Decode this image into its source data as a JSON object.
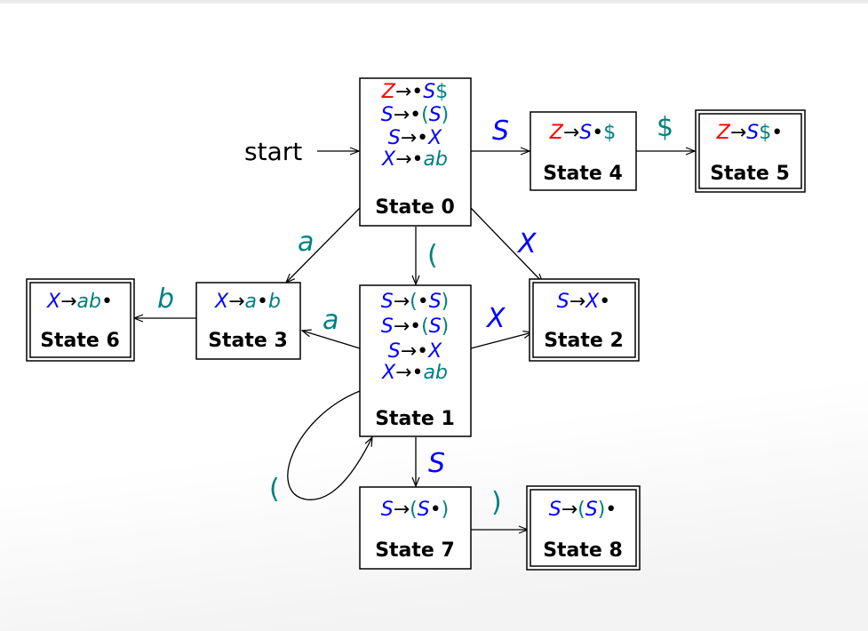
{
  "colors": {
    "red": "#ff0000",
    "blue": "#0000ff",
    "teal": "#008080",
    "black": "#000000"
  },
  "start_label": "start",
  "states": {
    "s0": {
      "title": "State 0",
      "rules": [
        {
          "lhs": "Z",
          "lhs_color": "red",
          "rhs": [
            [
              "•",
              "black",
              false
            ],
            [
              "S",
              "blue",
              true
            ],
            [
              "$",
              "teal",
              false
            ]
          ]
        },
        {
          "lhs": "S",
          "lhs_color": "blue",
          "rhs": [
            [
              "•",
              "black",
              false
            ],
            [
              "(",
              "teal",
              false
            ],
            [
              "S",
              "blue",
              true
            ],
            [
              ")",
              "teal",
              false
            ]
          ]
        },
        {
          "lhs": "S",
          "lhs_color": "blue",
          "rhs": [
            [
              "•",
              "black",
              false
            ],
            [
              "X",
              "blue",
              true
            ]
          ]
        },
        {
          "lhs": "X",
          "lhs_color": "blue",
          "rhs": [
            [
              "•",
              "black",
              false
            ],
            [
              "ab",
              "teal",
              true
            ]
          ]
        }
      ]
    },
    "s1": {
      "title": "State 1",
      "rules": [
        {
          "lhs": "S",
          "lhs_color": "blue",
          "rhs": [
            [
              "(",
              "teal",
              false
            ],
            [
              "•",
              "black",
              false
            ],
            [
              "S",
              "blue",
              true
            ],
            [
              ")",
              "teal",
              false
            ]
          ]
        },
        {
          "lhs": "S",
          "lhs_color": "blue",
          "rhs": [
            [
              "•",
              "black",
              false
            ],
            [
              "(",
              "teal",
              false
            ],
            [
              "S",
              "blue",
              true
            ],
            [
              ")",
              "teal",
              false
            ]
          ]
        },
        {
          "lhs": "S",
          "lhs_color": "blue",
          "rhs": [
            [
              "•",
              "black",
              false
            ],
            [
              "X",
              "blue",
              true
            ]
          ]
        },
        {
          "lhs": "X",
          "lhs_color": "blue",
          "rhs": [
            [
              "•",
              "black",
              false
            ],
            [
              "ab",
              "teal",
              true
            ]
          ]
        }
      ]
    },
    "s2": {
      "title": "State 2",
      "rules": [
        {
          "lhs": "S",
          "lhs_color": "blue",
          "rhs": [
            [
              "X",
              "blue",
              true
            ],
            [
              "•",
              "black",
              false
            ]
          ]
        }
      ]
    },
    "s3": {
      "title": "State 3",
      "rules": [
        {
          "lhs": "X",
          "lhs_color": "blue",
          "rhs": [
            [
              "a",
              "teal",
              true
            ],
            [
              "•",
              "black",
              false
            ],
            [
              "b",
              "teal",
              true
            ]
          ]
        }
      ]
    },
    "s4": {
      "title": "State 4",
      "rules": [
        {
          "lhs": "Z",
          "lhs_color": "red",
          "rhs": [
            [
              "S",
              "blue",
              true
            ],
            [
              "•",
              "black",
              false
            ],
            [
              "$",
              "teal",
              false
            ]
          ]
        }
      ]
    },
    "s5": {
      "title": "State 5",
      "rules": [
        {
          "lhs": "Z",
          "lhs_color": "red",
          "rhs": [
            [
              "S",
              "blue",
              true
            ],
            [
              "$",
              "teal",
              false
            ],
            [
              "•",
              "black",
              false
            ]
          ]
        }
      ]
    },
    "s6": {
      "title": "State 6",
      "rules": [
        {
          "lhs": "X",
          "lhs_color": "blue",
          "rhs": [
            [
              "ab",
              "teal",
              true
            ],
            [
              "•",
              "black",
              false
            ]
          ]
        }
      ]
    },
    "s7": {
      "title": "State 7",
      "rules": [
        {
          "lhs": "S",
          "lhs_color": "blue",
          "rhs": [
            [
              "(",
              "teal",
              false
            ],
            [
              "S",
              "blue",
              true
            ],
            [
              "•",
              "black",
              false
            ],
            [
              ")",
              "teal",
              false
            ]
          ]
        }
      ]
    },
    "s8": {
      "title": "State 8",
      "rules": [
        {
          "lhs": "S",
          "lhs_color": "blue",
          "rhs": [
            [
              "(",
              "teal",
              false
            ],
            [
              "S",
              "blue",
              true
            ],
            [
              ")",
              "teal",
              false
            ],
            [
              "•",
              "black",
              false
            ]
          ]
        }
      ]
    }
  },
  "transitions": [
    {
      "id": "t-0-4",
      "symbol": "S",
      "color": "blue",
      "italic": true
    },
    {
      "id": "t-4-5",
      "symbol": "$",
      "color": "teal",
      "italic": false
    },
    {
      "id": "t-0-3",
      "symbol": "a",
      "color": "teal",
      "italic": true
    },
    {
      "id": "t-0-1",
      "symbol": "(",
      "color": "teal",
      "italic": false
    },
    {
      "id": "t-0-2",
      "symbol": "X",
      "color": "blue",
      "italic": true
    },
    {
      "id": "t-3-6",
      "symbol": "b",
      "color": "teal",
      "italic": true
    },
    {
      "id": "t-1-3",
      "symbol": "a",
      "color": "teal",
      "italic": true
    },
    {
      "id": "t-1-2",
      "symbol": "X",
      "color": "blue",
      "italic": true
    },
    {
      "id": "t-1-1",
      "symbol": "(",
      "color": "teal",
      "italic": false
    },
    {
      "id": "t-1-7",
      "symbol": "S",
      "color": "blue",
      "italic": true
    },
    {
      "id": "t-7-8",
      "symbol": ")",
      "color": "teal",
      "italic": false
    }
  ]
}
